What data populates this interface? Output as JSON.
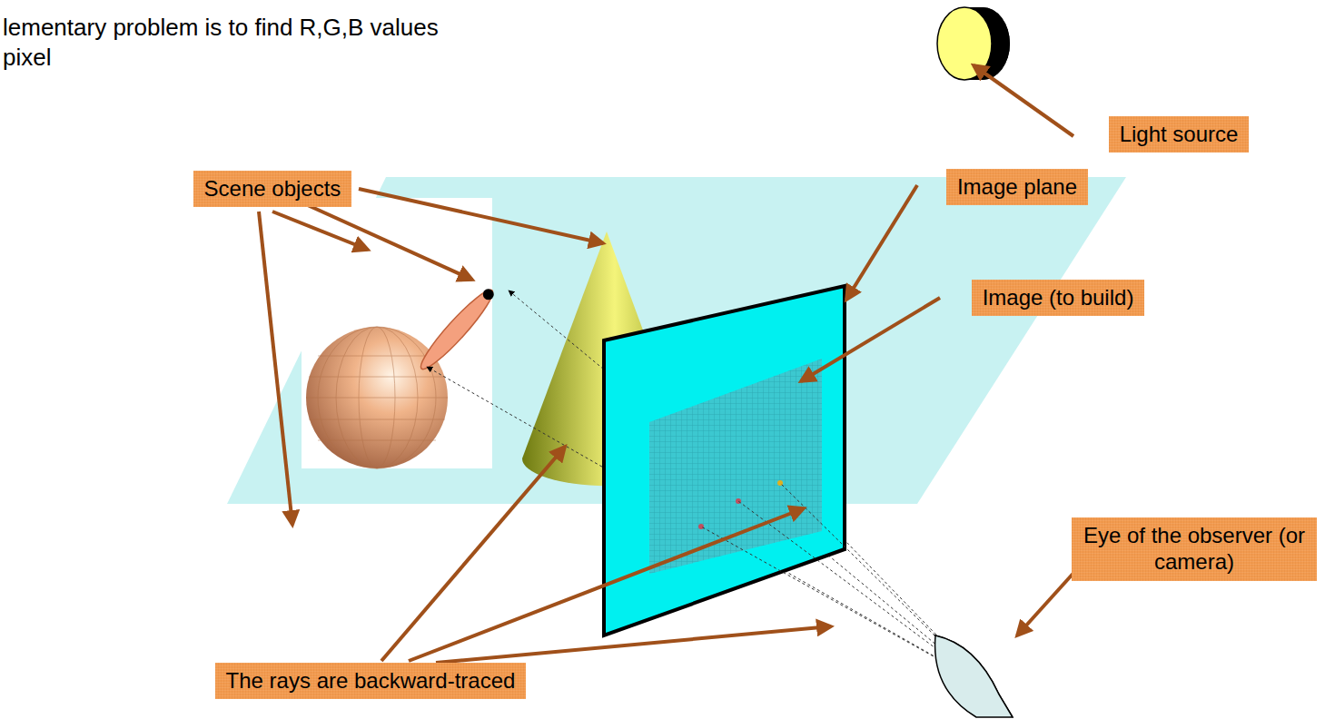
{
  "diagram": {
    "nodes": [
      {
        "text": [
          "Light source"
        ]
      },
      {
        "text": [
          "Scene objects"
        ]
      },
      {
        "text": [
          "Image plane"
        ]
      },
      {
        "text": [
          "Image (to build)"
        ]
      },
      {
        "text": [
          "Eye of the observer (or camera)"
        ]
      },
      {
        "text": [
          "The rays are backward-traced"
        ]
      }
    ],
    "labels": [
      "lementary problem is to find R,G,B values pixel"
    ]
  }
}
